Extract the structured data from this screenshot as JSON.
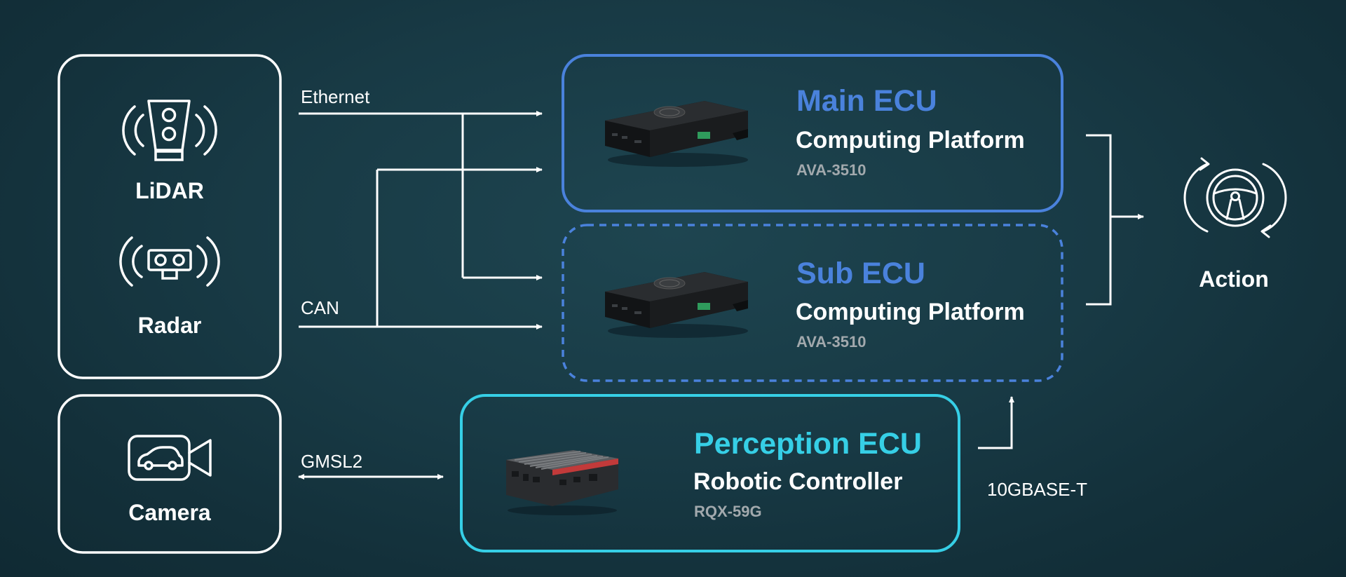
{
  "sensors": {
    "lidar_label": "LiDAR",
    "radar_label": "Radar",
    "camera_label": "Camera"
  },
  "connections": {
    "ethernet": "Ethernet",
    "can": "CAN",
    "gmsl2": "GMSL2",
    "tenGbase": "10GBASE-T"
  },
  "main_ecu": {
    "title": "Main ECU",
    "subtitle": "Computing Platform",
    "model": "AVA-3510"
  },
  "sub_ecu": {
    "title": "Sub ECU",
    "subtitle": "Computing Platform",
    "model": "AVA-3510"
  },
  "perception_ecu": {
    "title": "Perception ECU",
    "subtitle": "Robotic Controller",
    "model": "RQX-59G"
  },
  "action": {
    "label": "Action"
  },
  "colors": {
    "main_accent": "#4a82dc",
    "sub_accent": "#4a82dc",
    "perception_accent": "#36cfe6",
    "line": "#ffffff",
    "model_text": "#a2a9ad"
  },
  "icons": {
    "lidar": "lidar-icon",
    "radar": "radar-icon",
    "camera": "camera-icon",
    "action": "steering-wheel-icon",
    "device": "ecu-device-icon"
  }
}
